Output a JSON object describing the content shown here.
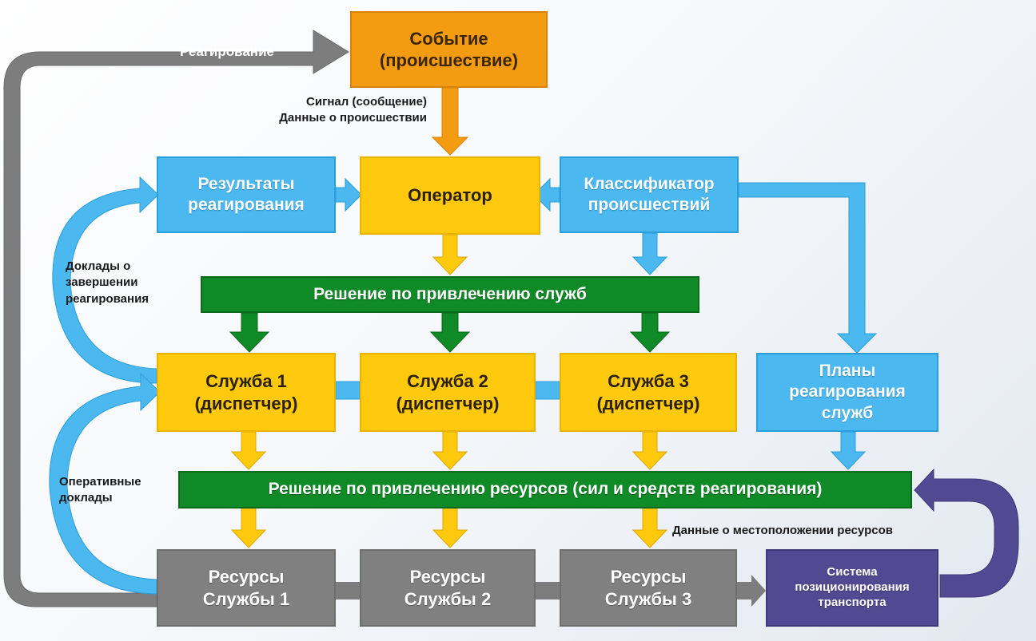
{
  "boxes": {
    "event": "Событие\n(происшествие)",
    "operator": "Оператор",
    "results": "Результаты\nреагирования",
    "classifier": "Классификатор\nпроисшествий",
    "decision_services": "Решение по привлечению служб",
    "service1": "Служба 1\n(диспетчер)",
    "service2": "Служба 2\n(диспетчер)",
    "service3": "Служба 3\n(диспетчер)",
    "plans": "Планы\nреагирования\nслужб",
    "decision_resources": "Решение по привлечению ресурсов (сил и средств реагирования)",
    "resources1": "Ресурсы\nСлужбы 1",
    "resources2": "Ресурсы\nСлужбы 2",
    "resources3": "Ресурсы\nСлужбы 3",
    "positioning": "Система\nпозиционирования\nтранспорта"
  },
  "labels": {
    "response": "Реагирование",
    "signal": "Сигнал (сообщение)\nДанные о происшествии",
    "completion_reports": "Доклады о\nзавершении\nреагирования",
    "operational_reports": "Оперативные\nдоклады",
    "location_data": "Данные о местоположении ресурсов"
  },
  "colors": {
    "orange": "#f39c12",
    "yellow": "#ffc90e",
    "blue": "#4bb8f0",
    "green": "#0f8a26",
    "gray": "#808080",
    "purple": "#514a92"
  }
}
